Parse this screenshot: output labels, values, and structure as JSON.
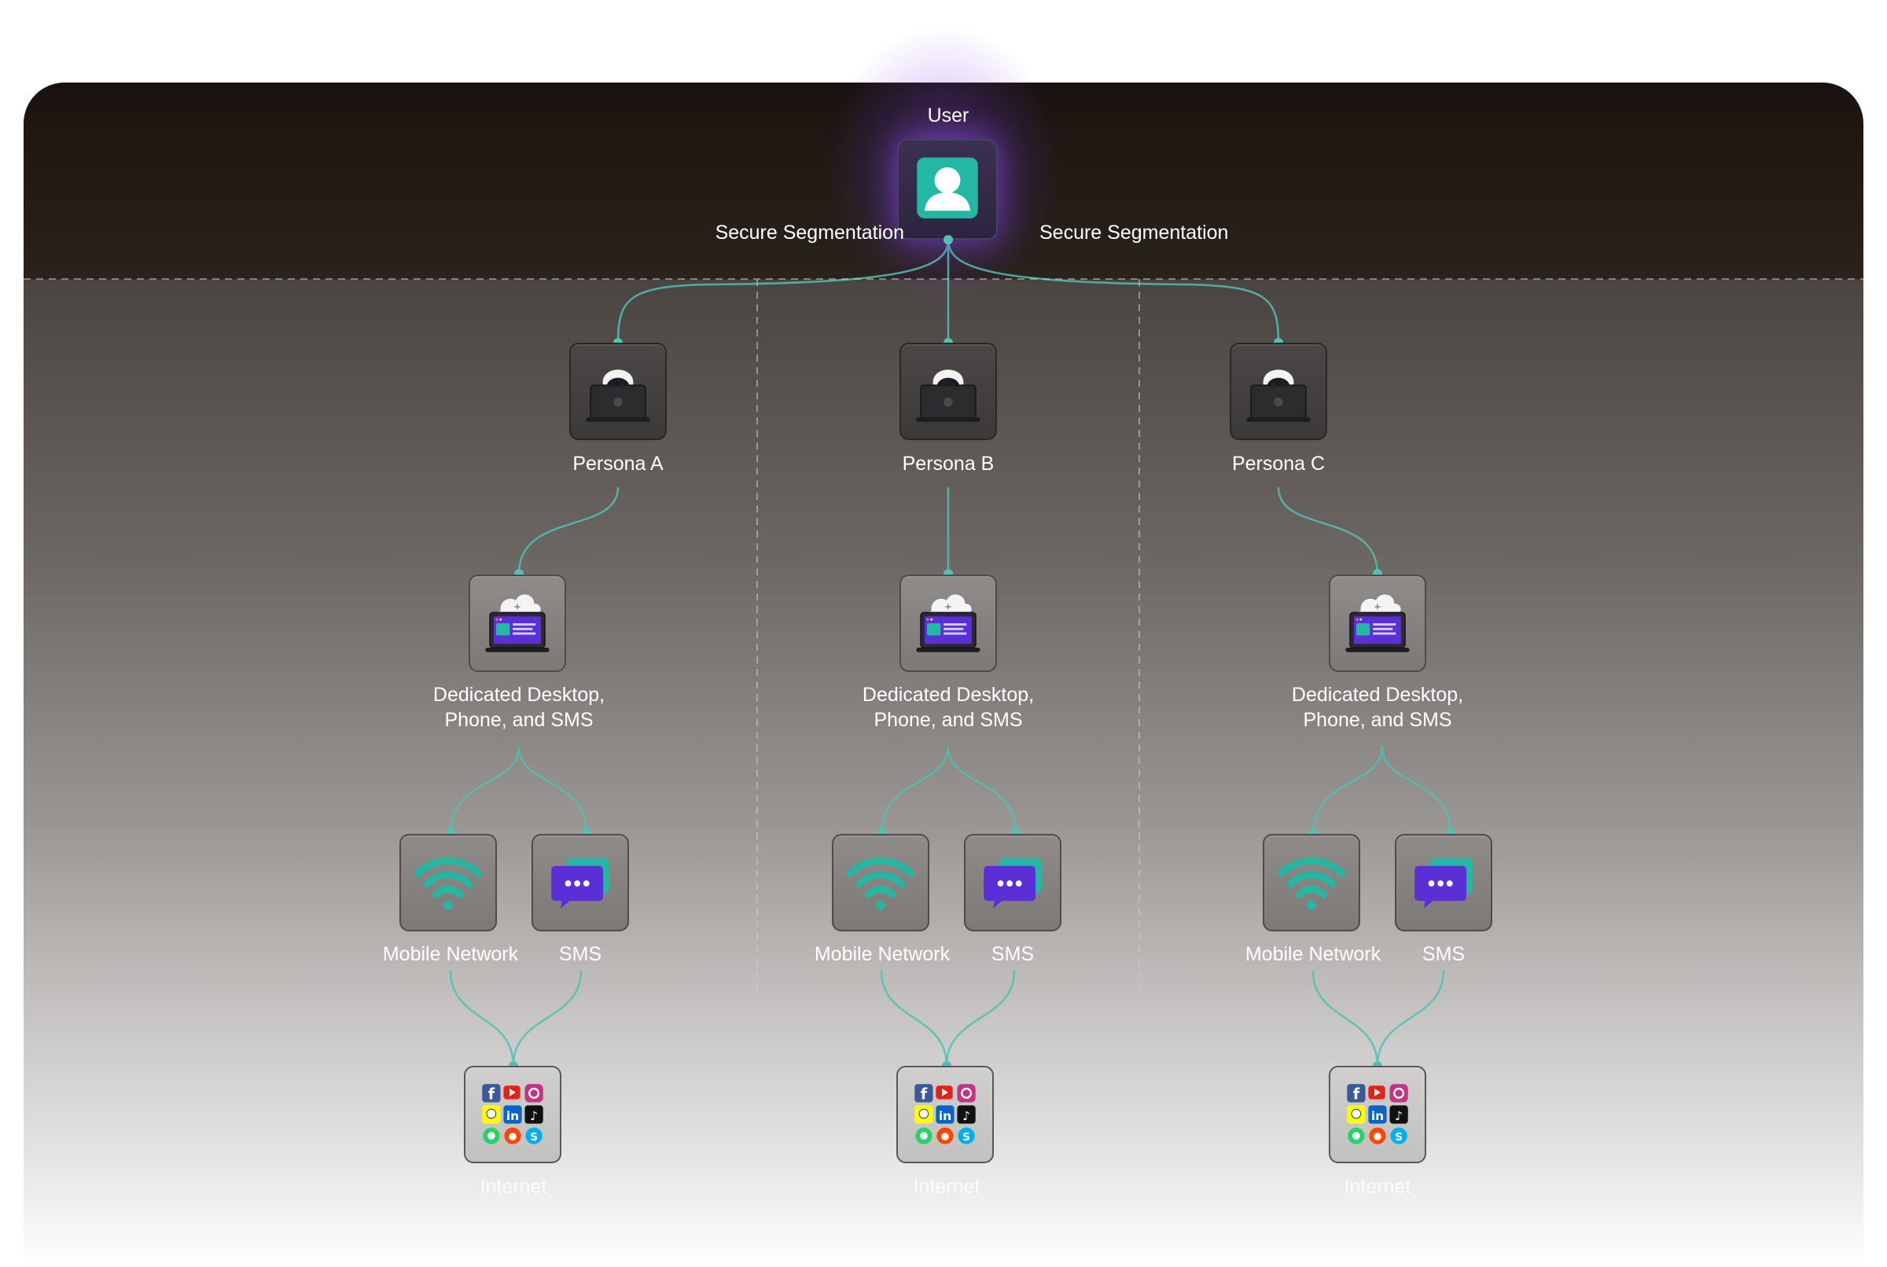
{
  "user": {
    "label": "User"
  },
  "segmentation": {
    "left_label": "Secure Segmentation",
    "right_label": "Secure Segmentation"
  },
  "columns": [
    {
      "persona": "Persona A",
      "desktop_line1": "Dedicated Desktop,",
      "desktop_line2": "Phone, and SMS",
      "network": "Mobile Network",
      "sms": "SMS",
      "internet": "Internet"
    },
    {
      "persona": "Persona B",
      "desktop_line1": "Dedicated Desktop,",
      "desktop_line2": "Phone, and SMS",
      "network": "Mobile Network",
      "sms": "SMS",
      "internet": "Internet"
    },
    {
      "persona": "Persona C",
      "desktop_line1": "Dedicated Desktop,",
      "desktop_line2": "Phone, and SMS",
      "network": "Mobile Network",
      "sms": "SMS",
      "internet": "Internet"
    }
  ],
  "icons": {
    "user": "user-icon",
    "persona": "hooded-hacker-laptop-icon",
    "desktop": "cloud-desktop-icon",
    "network": "wifi-icon",
    "sms": "chat-bubble-icon",
    "internet": "social-apps-grid-icon"
  },
  "colors": {
    "connector": "#4fc1b6",
    "accent_teal": "#22b8a3",
    "accent_purple": "#5a2fd6"
  }
}
